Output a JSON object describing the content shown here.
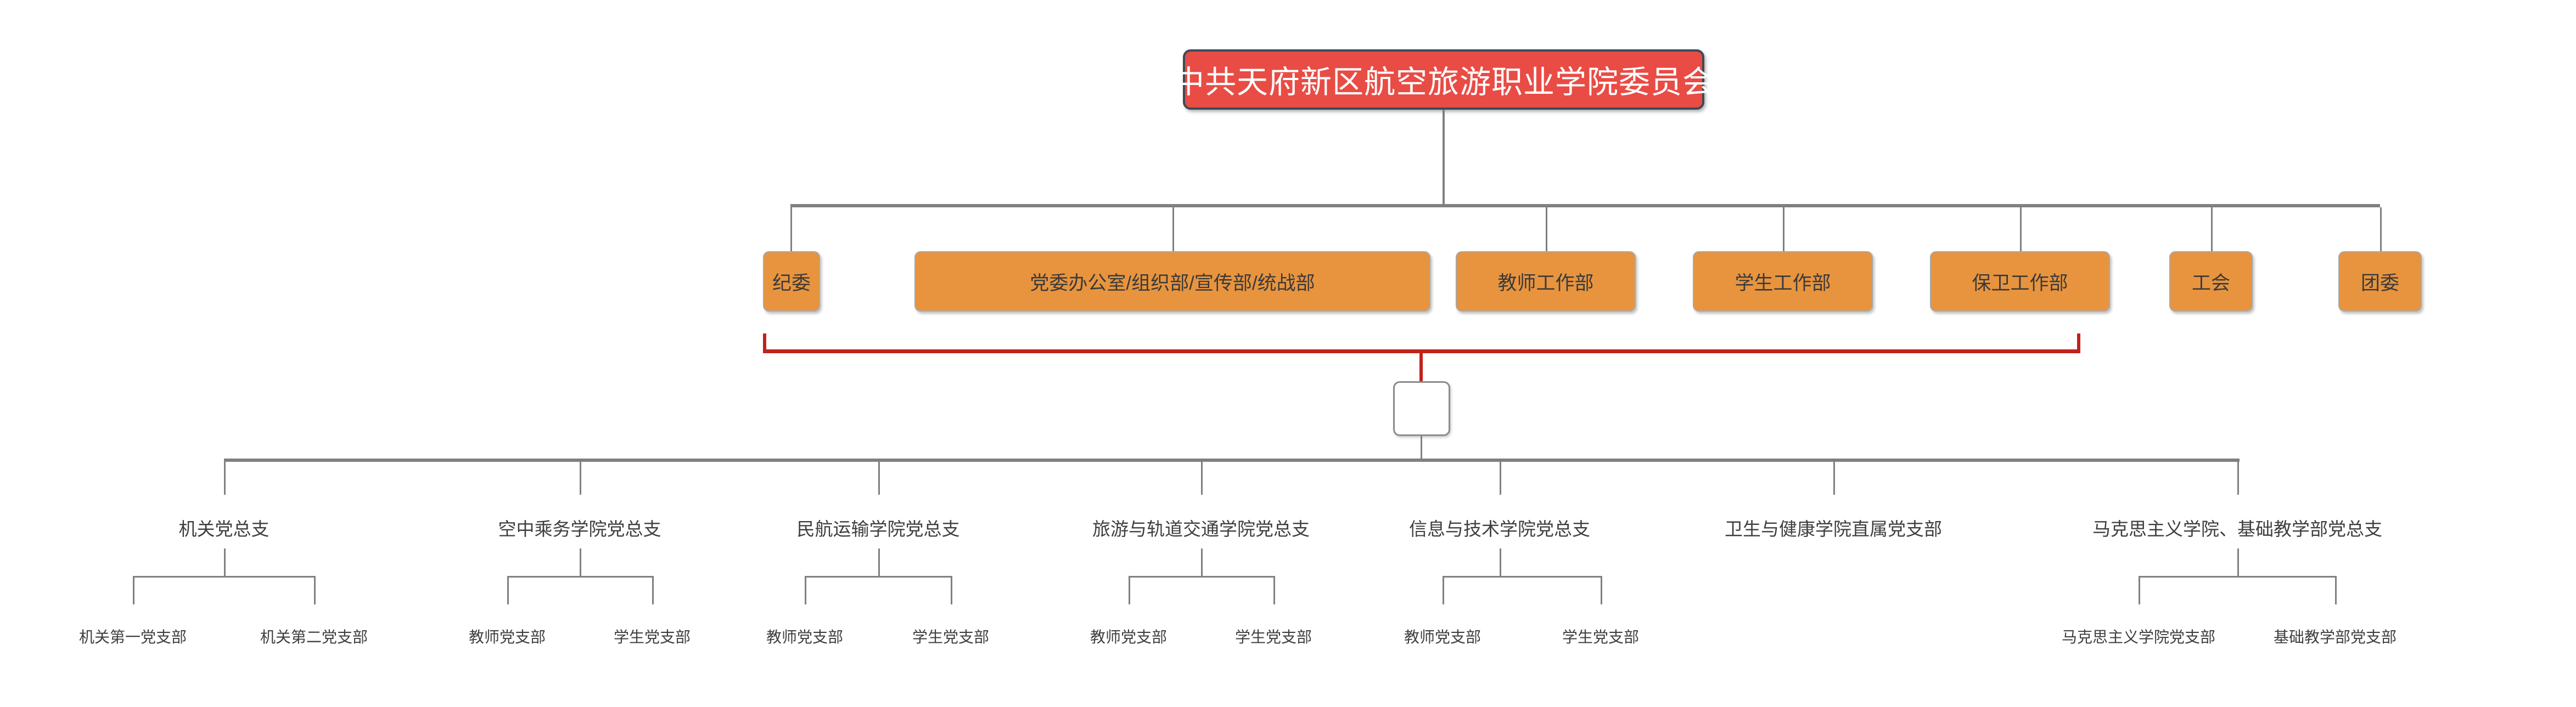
{
  "chart": {
    "title": "中共天府新区航空旅游职业学院委员会",
    "type": "organization-chart",
    "colors": {
      "root_fill": "#E84C45",
      "root_border": "#3D4A57",
      "dept_fill": "#E8943E",
      "dept_border": "#A8A8A8",
      "connector": "#808080",
      "bracket": "#C1221C",
      "text_dark": "#3F3F3F",
      "text_light": "#FFFFFF",
      "background": "#FFFFFF"
    },
    "root": {
      "label": "中共天府新区航空旅游职业学院委员会"
    },
    "departments": [
      {
        "label": "纪委"
      },
      {
        "label": "党委办公室/组织部/宣传部/统战部"
      },
      {
        "label": "教师工作部"
      },
      {
        "label": "学生工作部"
      },
      {
        "label": "保卫工作部"
      },
      {
        "label": "工会"
      },
      {
        "label": "团委"
      }
    ],
    "junction": {
      "label": ""
    },
    "branches": [
      {
        "label": "机关党总支",
        "children": [
          {
            "label": "机关第一党支部"
          },
          {
            "label": "机关第二党支部"
          }
        ]
      },
      {
        "label": "空中乘务学院党总支",
        "children": [
          {
            "label": "教师党支部"
          },
          {
            "label": "学生党支部"
          }
        ]
      },
      {
        "label": "民航运输学院党总支",
        "children": [
          {
            "label": "教师党支部"
          },
          {
            "label": "学生党支部"
          }
        ]
      },
      {
        "label": "旅游与轨道交通学院党总支",
        "children": [
          {
            "label": "教师党支部"
          },
          {
            "label": "学生党支部"
          }
        ]
      },
      {
        "label": "信息与技术学院党总支",
        "children": [
          {
            "label": "教师党支部"
          },
          {
            "label": "学生党支部"
          }
        ]
      },
      {
        "label": "卫生与健康学院直属党支部",
        "children": []
      },
      {
        "label": "马克思主义学院、基础教学部党总支",
        "children": [
          {
            "label": "马克思主义学院党支部"
          },
          {
            "label": "基础教学部党支部"
          }
        ]
      }
    ]
  }
}
